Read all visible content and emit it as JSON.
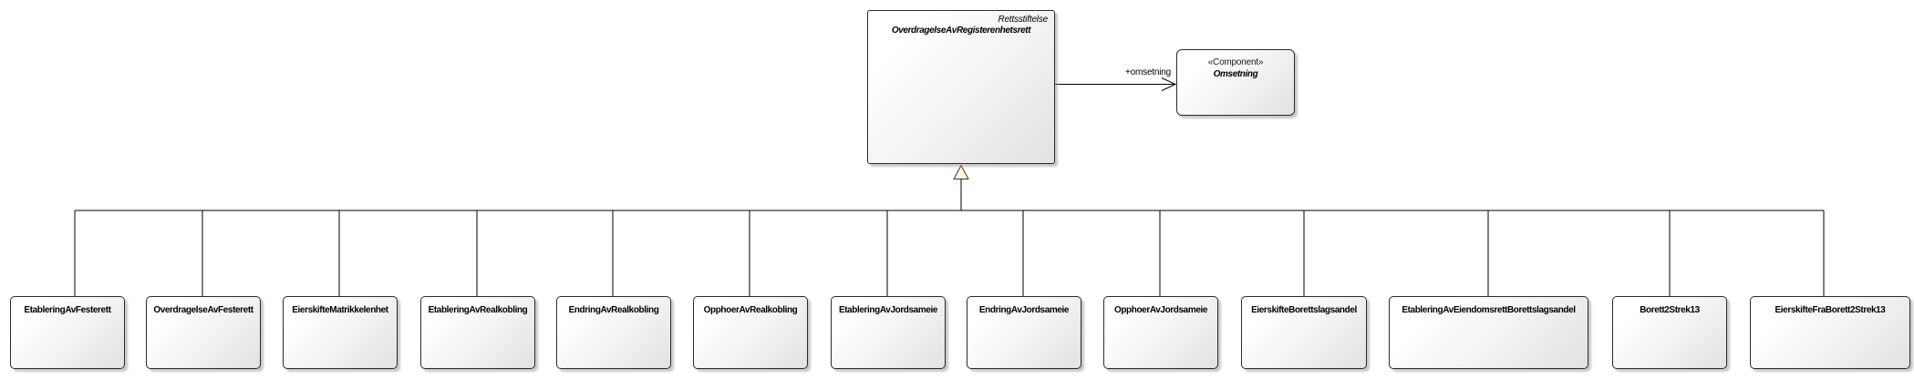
{
  "diagram": {
    "parent_class": {
      "generalized_from": "Rettsstiftelse",
      "name": "OverdragelseAvRegisterenhetsrett"
    },
    "component": {
      "stereotype": "«Component»",
      "name": "Omsetning"
    },
    "association": {
      "label": "+omsetning"
    },
    "children": [
      {
        "name": "EtableringAvFesterett"
      },
      {
        "name": "OverdragelseAvFesterett"
      },
      {
        "name": "EierskifteMatrikkelenhet"
      },
      {
        "name": "EtableringAvRealkobling"
      },
      {
        "name": "EndringAvRealkobling"
      },
      {
        "name": "OpphoerAvRealkobling"
      },
      {
        "name": "EtableringAvJordsameie"
      },
      {
        "name": "EndringAvJordsameie"
      },
      {
        "name": "OpphoerAvJordsameie"
      },
      {
        "name": "EierskifteBorettslagsandel"
      },
      {
        "name": "EtableringAvEiendomsrettBorettslagsandel"
      },
      {
        "name": "Borett2Strek13"
      },
      {
        "name": "EierskifteFraBorett2Strek13"
      }
    ],
    "colors": {
      "node_fill_start": "#ffffff",
      "node_fill_end": "#e2e2e2",
      "node_border": "#2b2b2b",
      "connector": "#000000",
      "generalization_arrowhead_fill": "#fdf3e3",
      "canvas_background": "#ffffff"
    }
  }
}
